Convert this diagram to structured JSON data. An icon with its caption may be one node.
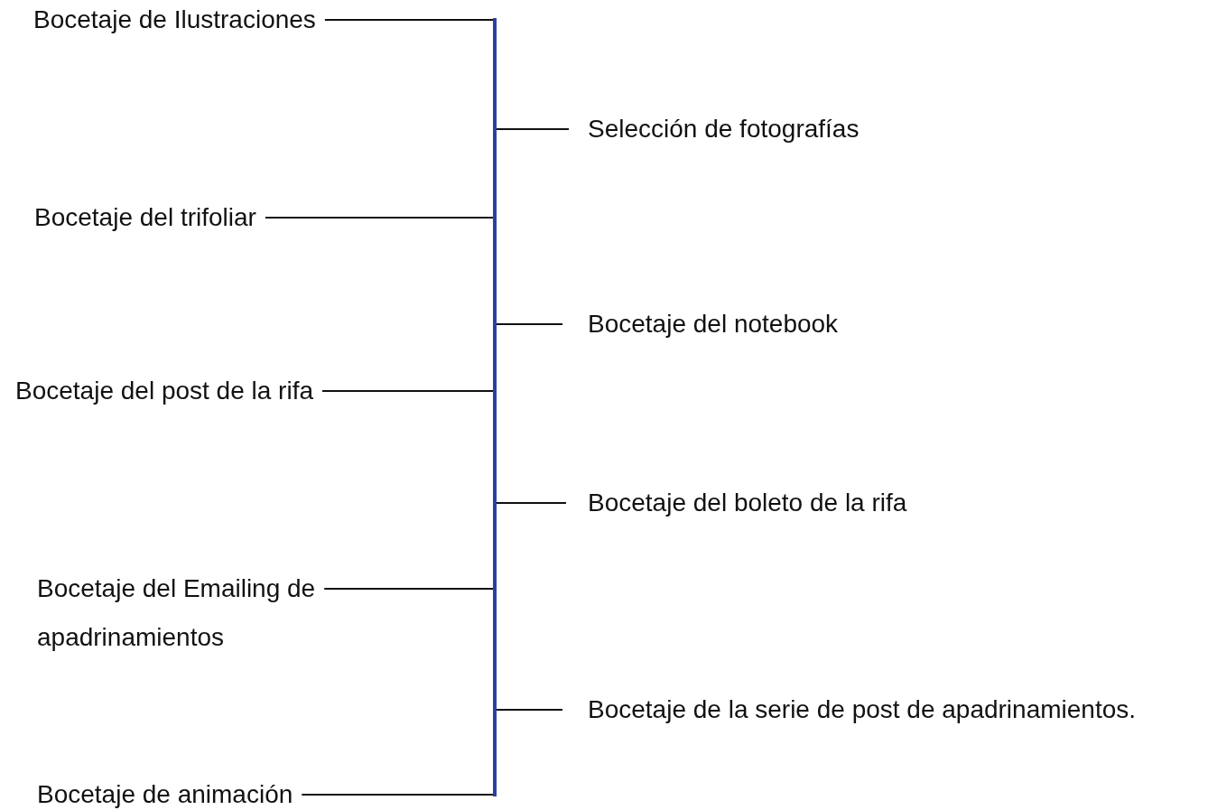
{
  "diagram": {
    "nodes": [
      {
        "text": [
          "Bocetaje de Ilustraciones"
        ]
      },
      {
        "text": [
          "Selección de fotografías"
        ]
      },
      {
        "text": [
          "Bocetaje del trifoliar"
        ]
      },
      {
        "text": [
          "Bocetaje del notebook"
        ]
      },
      {
        "text": [
          "Bocetaje del post de la rifa"
        ]
      },
      {
        "text": [
          "Bocetaje del boleto de la rifa"
        ]
      },
      {
        "text": [
          "Bocetaje del Emailing de apadrinamientos"
        ]
      },
      {
        "text": [
          "Bocetaje de la serie de post de apadrinamientos."
        ]
      },
      {
        "text": [
          "Bocetaje de animación"
        ]
      },
      {
        "text": [],
        "shape": "bar"
      }
    ],
    "edges": [
      {
        "from": 0,
        "to": 9,
        "arrow": "none"
      },
      {
        "from": 1,
        "to": 9,
        "arrow": "none"
      },
      {
        "from": 2,
        "to": 9,
        "arrow": "none"
      },
      {
        "from": 3,
        "to": 9,
        "arrow": "none"
      },
      {
        "from": 4,
        "to": 9,
        "arrow": "none"
      },
      {
        "from": 5,
        "to": 9,
        "arrow": "none"
      },
      {
        "from": 6,
        "to": 9,
        "arrow": "none"
      },
      {
        "from": 7,
        "to": 9,
        "arrow": "none"
      },
      {
        "from": 8,
        "to": 9,
        "arrow": "none"
      }
    ]
  }
}
